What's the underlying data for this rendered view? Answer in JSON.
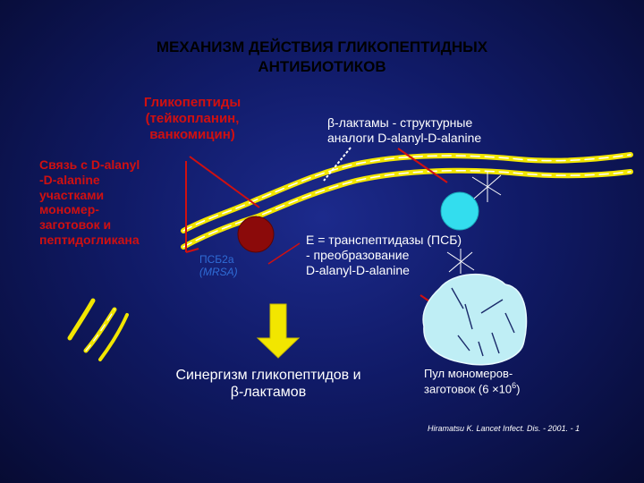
{
  "title": {
    "line1": "МЕХАНИЗМ  ДЕЙСТВИЯ ГЛИКОПЕПТИДНЫХ",
    "line2": "АНТИБИОТИКОВ"
  },
  "glycopeptides": {
    "line1": "Гликопептиды",
    "line2": "(тейкопланин,",
    "line3": "ванкомицин)"
  },
  "binding": {
    "line1": "Связь с D-alanyl",
    "line2": "-D-alanine",
    "line3": "участками",
    "line4": "мономер-",
    "line5": "заготовок и",
    "line6": "пептидогликана"
  },
  "beta_lactams": {
    "line1": "β-лактамы - структурные",
    "line2": "аналоги D-alanyl-D-alanine"
  },
  "pbp2a": {
    "line1": "ПСБ2а",
    "line2": "(MRSA)"
  },
  "transpeptidase": {
    "line1": "E = транспептидазы (ПСБ)",
    "line2": "- преобразование",
    "line3": "D-alanyl-D-alanine"
  },
  "synergy": {
    "line1": "Синергизм гликопептидов и",
    "line2": "β-лактамов"
  },
  "pool": {
    "line1": "Пул мономеров-",
    "line2_main": "заготовок (6 ×10",
    "line2_sup": "6",
    "line2_end": ")"
  },
  "citation": "Hiramatsu K. Lancet Infect. Dis. - 2001. - 1",
  "colors": {
    "membrane": "#f2e600",
    "membrane_edge": "#ffffff",
    "red_label": "#d01010",
    "pbp2a_ball": "#8b0a0a",
    "enzyme_ball": "#33ddee",
    "pool_blob": "#bfeef5",
    "arrow": "#f2e600"
  }
}
